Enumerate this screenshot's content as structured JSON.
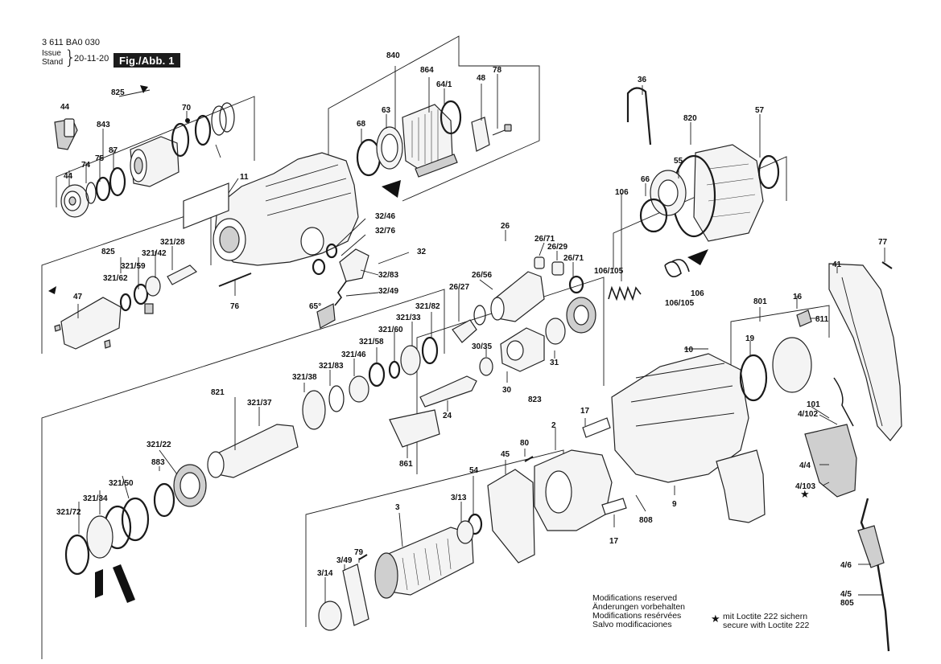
{
  "header": {
    "code": "3 611 BA0 030",
    "issue": "Issue",
    "stand": "Stand",
    "date": "20-11-20",
    "figure": "Fig./Abb. 1"
  },
  "notes": {
    "modifications": [
      "Modifications reserved",
      "Änderungen vorbehalten",
      "Modifications resérvées",
      "Salvo modificaciones"
    ],
    "loctite_star": "★",
    "loctite": [
      "mit Loctite 222 sichern",
      "secure with Loctite 222"
    ]
  },
  "labels": {
    "l840": "840",
    "l864": "864",
    "l64_1": "64/1",
    "l48": "48",
    "l78": "78",
    "l825a": "825",
    "l44a": "44",
    "l843": "843",
    "l74": "74",
    "l75": "75",
    "l87": "87",
    "l70": "70",
    "l44b": "44",
    "l68": "68",
    "l63": "63",
    "l11": "11",
    "l36": "36",
    "l820": "820",
    "l57": "57",
    "l55": "55",
    "l66": "66",
    "l106a": "106",
    "l106_105a": "106/105",
    "l106b": "106",
    "l106_105b": "106/105",
    "l77": "77",
    "l41": "41",
    "l825b": "825",
    "l321_28": "321/28",
    "l321_42": "321/42",
    "l321_59": "321/59",
    "l321_62": "321/62",
    "l47": "47",
    "l76": "76",
    "l32_46": "32/46",
    "l32_76": "32/76",
    "l32": "32",
    "l32_83": "32/83",
    "l32_49": "32/49",
    "l65": "65°",
    "l26": "26",
    "l26_71a": "26/71",
    "l26_29": "26/29",
    "l26_71b": "26/71",
    "l26_56": "26/56",
    "l26_27": "26/27",
    "l321_82": "321/82",
    "l321_33": "321/33",
    "l321_60": "321/60",
    "l321_58": "321/58",
    "l321_46": "321/46",
    "l321_83": "321/83",
    "l321_38": "321/38",
    "l321_37": "321/37",
    "l821": "821",
    "l30_35": "30/35",
    "l31": "31",
    "l30": "30",
    "l823": "823",
    "l24": "24",
    "l861": "861",
    "l801": "801",
    "l16": "16",
    "l811": "811",
    "l19": "19",
    "l10": "10",
    "l101": "101",
    "l4_102": "4/102",
    "l17a": "17",
    "l2": "2",
    "l80": "80",
    "l45": "45",
    "l54": "54",
    "l17b": "17",
    "l808": "808",
    "l9": "9",
    "l4_4": "4/4",
    "l4_103": "4/103",
    "l4_6": "4/6",
    "l4_5": "4/5",
    "l805": "805",
    "l321_22": "321/22",
    "l883": "883",
    "l321_50": "321/50",
    "l321_34": "321/34",
    "l321_72": "321/72",
    "l3": "3",
    "l3_13": "3/13",
    "l79": "79",
    "l3_49": "3/49",
    "l3_14": "3/14"
  },
  "colors": {
    "ink": "#111111",
    "badge": "#1c1c1c",
    "paper": "#ffffff"
  }
}
